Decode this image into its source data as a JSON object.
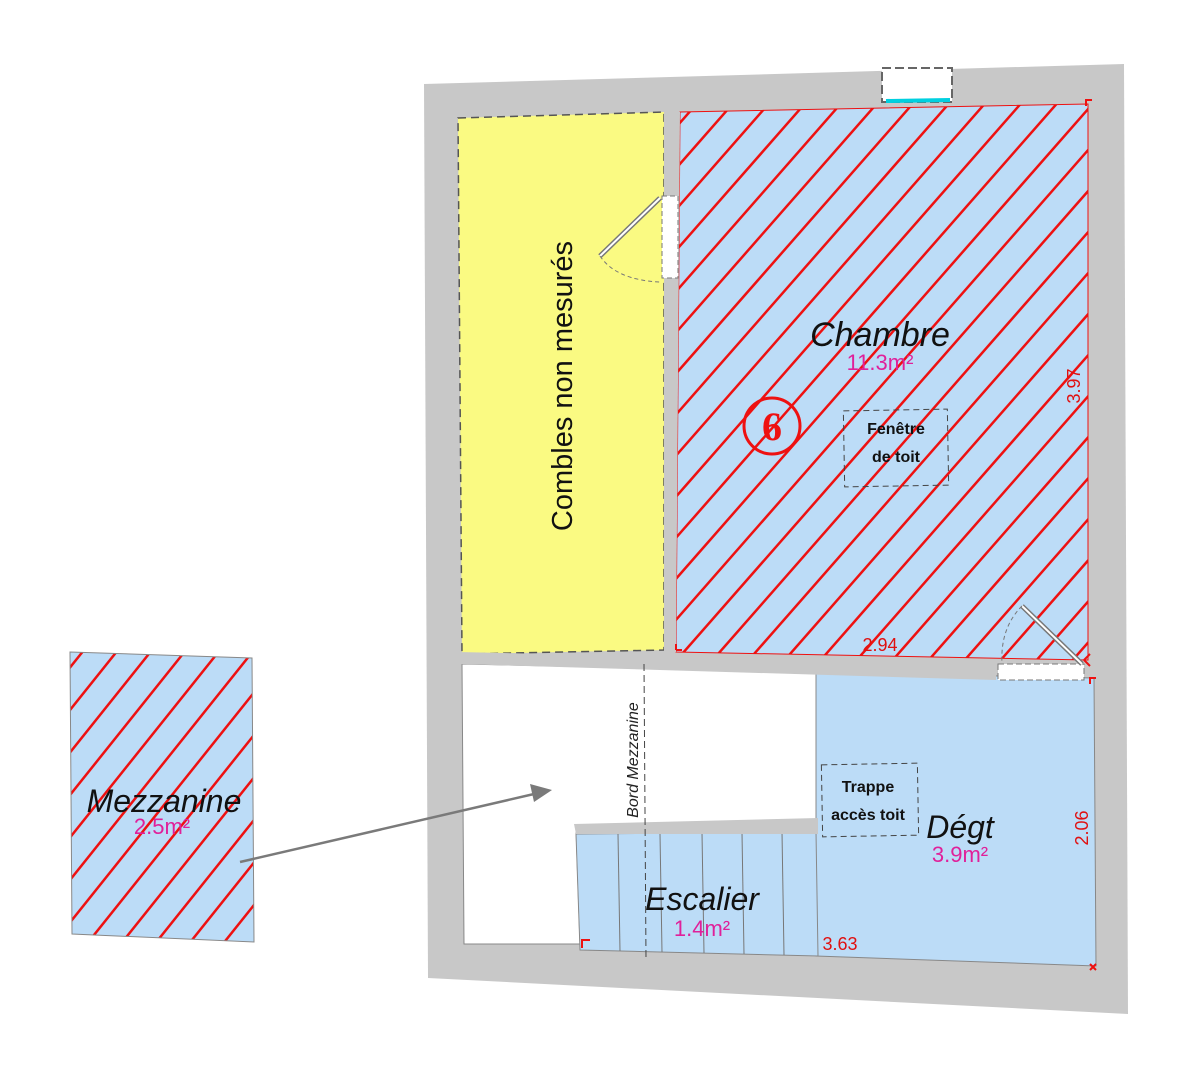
{
  "rooms": {
    "combles": {
      "name": "Combles non mesurés"
    },
    "chambre": {
      "name": "Chambre",
      "area": "11.3m²",
      "number": "6"
    },
    "degt": {
      "name": "Dégt",
      "area": "3.9m²"
    },
    "escalier": {
      "name": "Escalier",
      "area": "1.4m²"
    },
    "mezzanine": {
      "name": "Mezzanine",
      "area": "2.5m²"
    }
  },
  "dimensions": {
    "chambre_width": "2.94",
    "chambre_height": "3.97",
    "degt_width": "3.63",
    "degt_height": "2.06"
  },
  "annotations": {
    "roof_window": [
      "Fenêtre",
      "de toit"
    ],
    "roof_hatch": [
      "Trappe",
      "accès toit"
    ],
    "mezzanine_edge": "Bord Mezzanine"
  },
  "colors": {
    "wall": "#c8c8c8",
    "room_fill": "#bcdcf7",
    "combles_fill": "#fafa82",
    "hatch": "#ee1111",
    "area_text": "#e0209a",
    "window": "#00d0e0"
  }
}
